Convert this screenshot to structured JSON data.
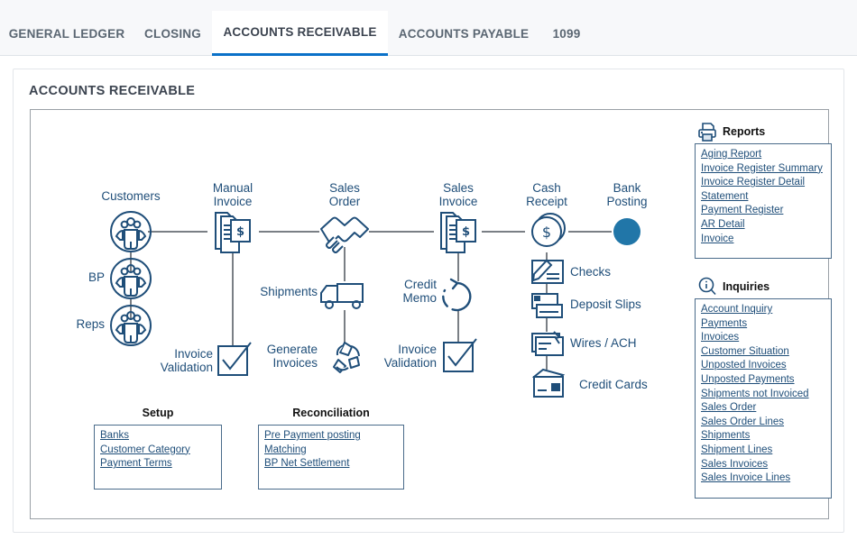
{
  "tabs": [
    {
      "label": "GENERAL LEDGER",
      "active": false
    },
    {
      "label": "CLOSING",
      "active": false
    },
    {
      "label": "ACCOUNTS RECEIVABLE",
      "active": true
    },
    {
      "label": "ACCOUNTS PAYABLE",
      "active": false
    },
    {
      "label": "1099",
      "active": false
    }
  ],
  "page": {
    "title": "ACCOUNTS RECEIVABLE"
  },
  "colors": {
    "accent_blue": "#0a71c8",
    "node_blue": "#2176a8",
    "icon_stroke": "#1f4e79",
    "link_text": "#1f4e79",
    "connector": "#7a7f85",
    "frame_border": "#9aa0a6",
    "panel_border": "#4a6b8a",
    "tab_text": "#5a6672"
  },
  "diagram": {
    "nodes": [
      {
        "name": "customers",
        "label": "Customers",
        "icon": "people-group-icon"
      },
      {
        "name": "bp",
        "label": "BP",
        "icon": "people-group-icon"
      },
      {
        "name": "reps",
        "label": "Reps",
        "icon": "people-group-icon"
      },
      {
        "name": "manual-invoice",
        "label": "Manual\nInvoice",
        "icon": "invoice-dollar-icon"
      },
      {
        "name": "invoice-validation-left",
        "label": "Invoice\nValidation",
        "icon": "checkbox-check-icon"
      },
      {
        "name": "sales-order",
        "label": "Sales\nOrder",
        "icon": "handshake-icon"
      },
      {
        "name": "shipments",
        "label": "Shipments",
        "icon": "truck-icon"
      },
      {
        "name": "generate-invoices",
        "label": "Generate\nInvoices",
        "icon": "recycle-icon"
      },
      {
        "name": "sales-invoice",
        "label": "Sales\nInvoice",
        "icon": "invoice-dollar-icon"
      },
      {
        "name": "credit-memo",
        "label": "Credit\nMemo",
        "icon": "circular-arrow-icon"
      },
      {
        "name": "invoice-validation-right",
        "label": "Invoice\nValidation",
        "icon": "checkbox-check-icon"
      },
      {
        "name": "cash-receipt",
        "label": "Cash\nReceipt",
        "icon": "coin-dollar-icon"
      },
      {
        "name": "checks",
        "label": "Checks",
        "icon": "check-pen-icon"
      },
      {
        "name": "deposit-slips",
        "label": "Deposit Slips",
        "icon": "deposit-slip-icon"
      },
      {
        "name": "wires-ach",
        "label": "Wires / ACH",
        "icon": "wire-transfer-icon"
      },
      {
        "name": "credit-cards",
        "label": "Credit Cards",
        "icon": "credit-card-icon"
      },
      {
        "name": "bank-posting",
        "label": "Bank\nPosting",
        "icon": "filled-circle-icon"
      }
    ]
  },
  "panels": {
    "reports": {
      "title": "Reports",
      "icon": "printer-icon",
      "links": [
        "Aging Report",
        "Invoice Register Summary",
        "Invoice Register Detail",
        "Statement",
        "Payment Register",
        "AR Detail",
        "Invoice"
      ]
    },
    "inquiries": {
      "title": "Inquiries",
      "icon": "info-magnifier-icon",
      "links": [
        "Account Inquiry",
        "Payments",
        "Invoices",
        "Customer Situation",
        "Unposted Invoices",
        "Unposted Payments",
        "Shipments not Invoiced",
        "Sales Order",
        "Sales Order Lines",
        "Shipments",
        "Shipment Lines",
        "Sales Invoices",
        "Sales Invoice Lines"
      ]
    },
    "setup": {
      "title": "Setup",
      "links": [
        "Banks",
        "Customer Category",
        "Payment Terms"
      ]
    },
    "reconciliation": {
      "title": "Reconciliation",
      "links": [
        "Pre Payment posting",
        "Matching",
        "BP Net Settlement"
      ]
    }
  }
}
